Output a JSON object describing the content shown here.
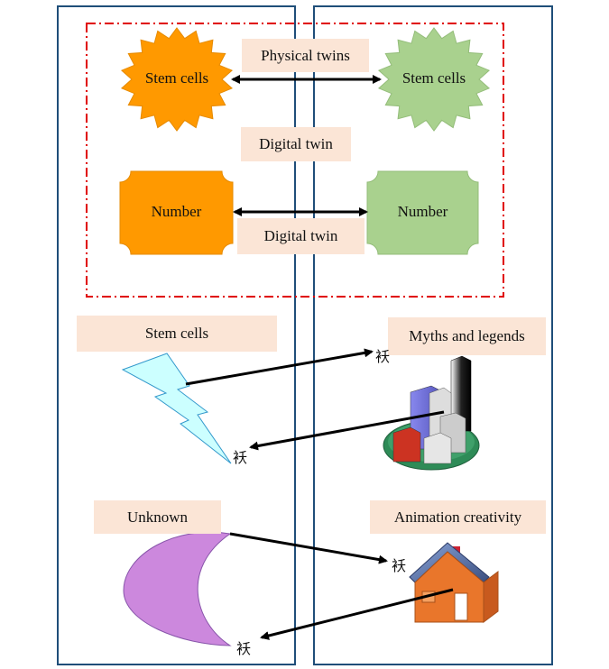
{
  "labels": {
    "physical_twins": "Physical twins",
    "digital_twin_top": "Digital twin",
    "digital_twin_bottom": "Digital twin",
    "stem_cells_label": "Stem cells",
    "myths_and_legends": "Myths and legends",
    "unknown": "Unknown",
    "animation_creativity": "Animation creativity"
  },
  "shapes": {
    "stem_cells_left": "Stem cells",
    "stem_cells_right": "Stem cells",
    "number_left": "Number",
    "number_right": "Number"
  },
  "glyphs": {
    "g1": "袄",
    "g2": "袄",
    "g3": "袄",
    "g4": "袄"
  },
  "colors": {
    "panel_border": "#1f4e79",
    "dash_border": "#e00000",
    "label_bg": "#fbe5d6",
    "orange": "#ff9900",
    "green": "#a9d18e",
    "lightning": "#ccffff",
    "crescent": "#cc88dd"
  }
}
